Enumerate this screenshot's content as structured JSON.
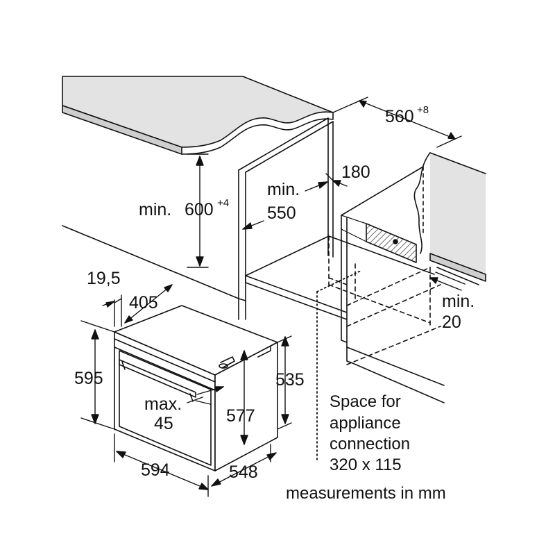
{
  "diagram": {
    "colors": {
      "line": "#111111",
      "worktop": "#e3e3e3",
      "hatch": "#555555",
      "background": "#ffffff"
    },
    "dims": {
      "width_560": {
        "value": "560",
        "sup": "+8"
      },
      "height_600": {
        "prefix": "min. ",
        "value": "600",
        "sup": "+4"
      },
      "depth_min_550": {
        "line1": "min.",
        "line2": "550"
      },
      "gap_180": "180",
      "vent_min_20": {
        "line1": "min.",
        "line2": "20"
      },
      "panel_19_5": "19,5",
      "door_405": "405",
      "height_595": "595",
      "height_535": "535",
      "height_577": "577",
      "handle_max_45": {
        "line1": "max.",
        "line2": "45"
      },
      "width_594": "594",
      "depth_548": "548"
    },
    "notes": {
      "connection": [
        "Space for",
        "appliance",
        "connection",
        "320 x 115"
      ],
      "units": "measurements in mm"
    }
  }
}
